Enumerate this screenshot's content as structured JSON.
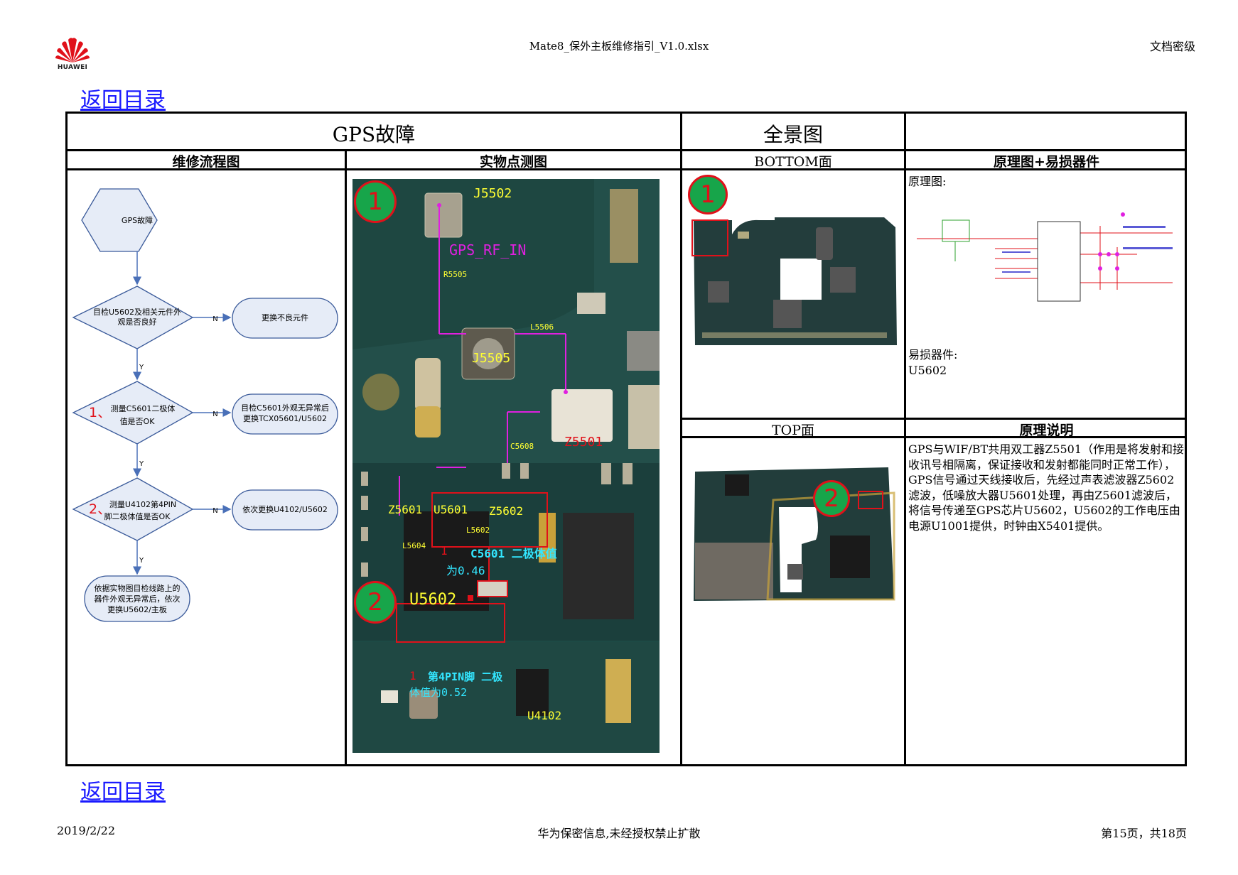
{
  "header": {
    "file_title": "Mate8_保外主板维修指引_V1.0.xlsx",
    "classification": "文档密级",
    "logo_text": "HUAWEI"
  },
  "nav": {
    "back_label": "返回目录"
  },
  "table": {
    "gps_title": "GPS故障",
    "panorama_title": "全景图",
    "col_flow": "维修流程图",
    "col_photo": "实物点测图",
    "col_bottom": "BOTTOM面",
    "col_schematic": "原理图+易损器件",
    "col_top": "TOP面",
    "col_explain": "原理说明"
  },
  "flowchart": {
    "start": "GPS故障",
    "step1_line1": "目检U5602及相关元件外",
    "step1_line2": "观是否良好",
    "step1_action": "更换不良元件",
    "step2_prefix": "1、",
    "step2_line1": "测量C5601二极体",
    "step2_line2": "值是否OK",
    "step2_action_line1": "目检C5601外观无异常后",
    "step2_action_line2": "更换TCX05601/U5602",
    "step3_prefix": "2、",
    "step3_line1": "测量U4102第4PIN",
    "step3_line2": "脚二极体值是否OK",
    "step3_action": "依次更换U4102/U5602",
    "end_line1": "依据实物图目检线路上的",
    "end_line2": "器件外观无异常后，依次",
    "end_line3": "更换U5602/主板",
    "no": "N",
    "yes": "Y"
  },
  "photo": {
    "marker1": "1",
    "marker2": "2",
    "labels": {
      "j5502": "J5502",
      "gps_rf_in": "GPS_RF_IN",
      "r5505": "R5505",
      "l5506": "L5506",
      "j5505": "J5505",
      "z5501": "Z5501",
      "c5608": "C5608",
      "z5601": "Z5601",
      "u5601": "U5601",
      "z5602": "Z5602",
      "l5602": "L5602",
      "l5604": "L5604",
      "c5601_note_num": "1",
      "c5601_note_line1": "C5601 二极体值",
      "c5601_note_line2": "为0.46",
      "u5602": "U5602",
      "pin4_note_num": "1",
      "pin4_note_line1": "第4PIN脚 二极",
      "pin4_note_line2": "体值为0.52",
      "u4102": "U4102"
    }
  },
  "schematic": {
    "schematic_label": "原理图:",
    "vulnerable_label": "易损器件:",
    "vulnerable_part": "U5602"
  },
  "explanation": {
    "text": "GPS与WIF/BT共用双工器Z5501（作用是将发射和接收讯号相隔离，保证接收和发射都能同时正常工作），GPS信号通过天线接收后，先经过声表滤波器Z5602滤波，低噪放大器U5601处理，再由Z5601滤波后，将信号传递至GPS芯片U5602，U5602的工作电压由电源U1001提供，时钟由X5401提供。"
  },
  "footer": {
    "date": "2019/2/22",
    "notice": "华为保密信息,未经授权禁止扩散",
    "page": "第15页，共18页"
  },
  "colors": {
    "link": "#1a1aff",
    "pcb_green": "#1d4a45",
    "marker_green": "#17a54a",
    "marker_red": "#e0111a",
    "label_yellow": "#ffff33",
    "label_magenta": "#e020e0",
    "label_cyan": "#33e6ff",
    "flow_fill": "#e6ecf7",
    "flow_stroke": "#3a5a9a"
  }
}
